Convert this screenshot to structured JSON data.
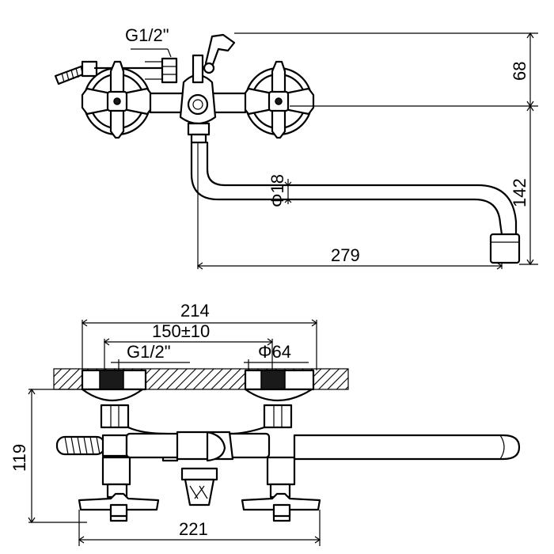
{
  "side_view": {
    "thread_label": "G1/2\"",
    "height_top": "68",
    "height_total": "142",
    "spout_diameter": "Φ18",
    "spout_length": "279"
  },
  "top_view": {
    "overall_width": "214",
    "center_distance": "150±10",
    "thread_label": "G1/2\"",
    "flange_diameter": "Φ64",
    "height": "119",
    "bottom_width": "221"
  }
}
